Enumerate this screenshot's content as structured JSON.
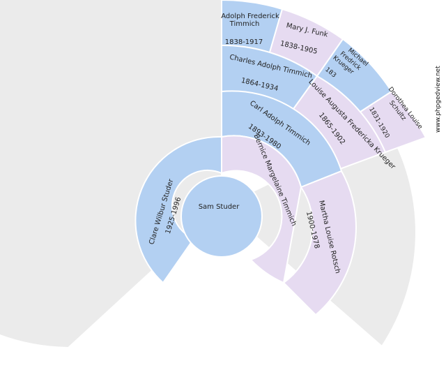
{
  "root": {
    "name": "Sam Studer"
  },
  "gen1": {
    "father": {
      "name": "Clare Wilbur Studer",
      "dates": "1925-1996"
    },
    "mother": {
      "name": "Bernice Margelaine Timmich",
      "dates": ""
    }
  },
  "gen2": {
    "paternal_grandfather": {
      "name": "Carl Adolph Timmich",
      "dates": "1893-1980"
    },
    "paternal_grandmother": {
      "name": "Martha Louise Rotsch",
      "dates": "1900-1978"
    }
  },
  "gen3": {
    "gg_father": {
      "name": "Charles Adolph Timmich",
      "dates": "1864-1934"
    },
    "gg_mother": {
      "name": "Louise Augusta Fredericka Krueger",
      "dates": "1865-1902"
    }
  },
  "gen4": {
    "ggg1": {
      "name": [
        "Adolph Frederick",
        "Timmich"
      ],
      "dates": "1838-1917"
    },
    "ggg2": {
      "name": "Mary J. Funk",
      "dates": "1838-1905"
    },
    "ggg3": {
      "name": [
        "Michael",
        "Fredrick",
        "Krueger"
      ],
      "dates": "183"
    },
    "ggg4": {
      "name": [
        "Dorothea Louise",
        "Schultz"
      ],
      "dates": "1831-1920"
    }
  },
  "watermark": "www.phpgedview.net",
  "colors": {
    "male": "#b3d0f2",
    "female": "#e6dbf1",
    "empty": "#ebebeb"
  }
}
